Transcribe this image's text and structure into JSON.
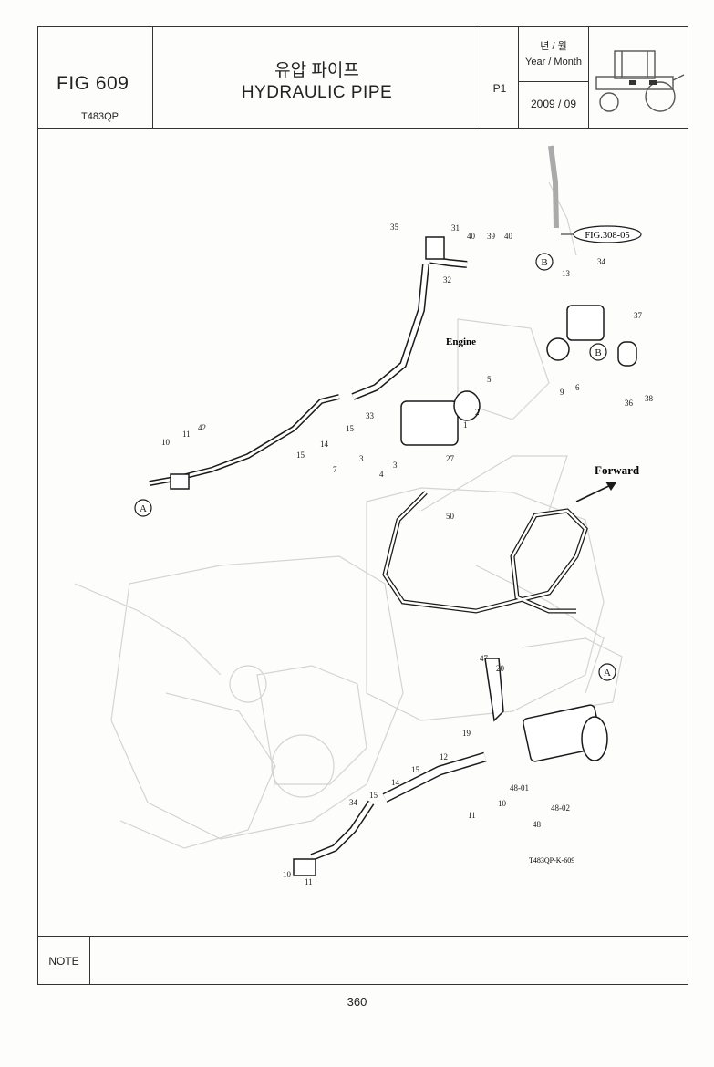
{
  "header": {
    "fig_no": "FIG 609",
    "model": "T483QP",
    "title_ko": "유압 파이프",
    "title_en": "HYDRAULIC PIPE",
    "page_code": "P1",
    "year_month_ko": "년 / 월",
    "year_month_en": "Year / Month",
    "year_month_value": "2009  / 09"
  },
  "diagram": {
    "engine_label": "Engine",
    "forward_label": "Forward",
    "ref_fig": "FIG.308-05",
    "drawing_code": "T483QP-K-609",
    "callout_a": "A",
    "callout_b": "B",
    "part_numbers": [
      "35",
      "31",
      "32",
      "40",
      "39",
      "40",
      "13",
      "34",
      "37",
      "33",
      "15",
      "14",
      "15",
      "42",
      "11",
      "10",
      "5",
      "2",
      "1",
      "27",
      "7",
      "3",
      "4",
      "3",
      "9",
      "6",
      "36",
      "38",
      "50",
      "47",
      "20",
      "19",
      "12",
      "15",
      "14",
      "15",
      "34",
      "48-01",
      "48-02",
      "48",
      "10",
      "11",
      "10",
      "11"
    ]
  },
  "footer": {
    "note_label": "NOTE",
    "note_text": "",
    "page_number": "360"
  }
}
